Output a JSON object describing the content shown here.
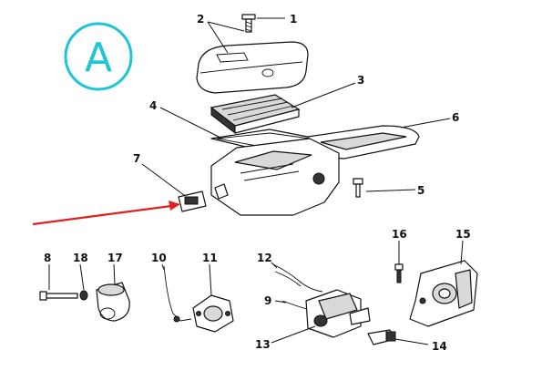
{
  "badge": {
    "letter": "A",
    "color": "#1ec5d6"
  },
  "arrow": {
    "color": "#e02020",
    "target_part": "7"
  },
  "labels": {
    "p1": "1",
    "p2": "2",
    "p3": "3",
    "p4": "4",
    "p5": "5",
    "p6": "6",
    "p7": "7",
    "p8": "8",
    "p9": "9",
    "p10": "10",
    "p11": "11",
    "p12": "12",
    "p13": "13",
    "p14": "14",
    "p15": "15",
    "p16": "16",
    "p17": "17",
    "p18": "18"
  }
}
